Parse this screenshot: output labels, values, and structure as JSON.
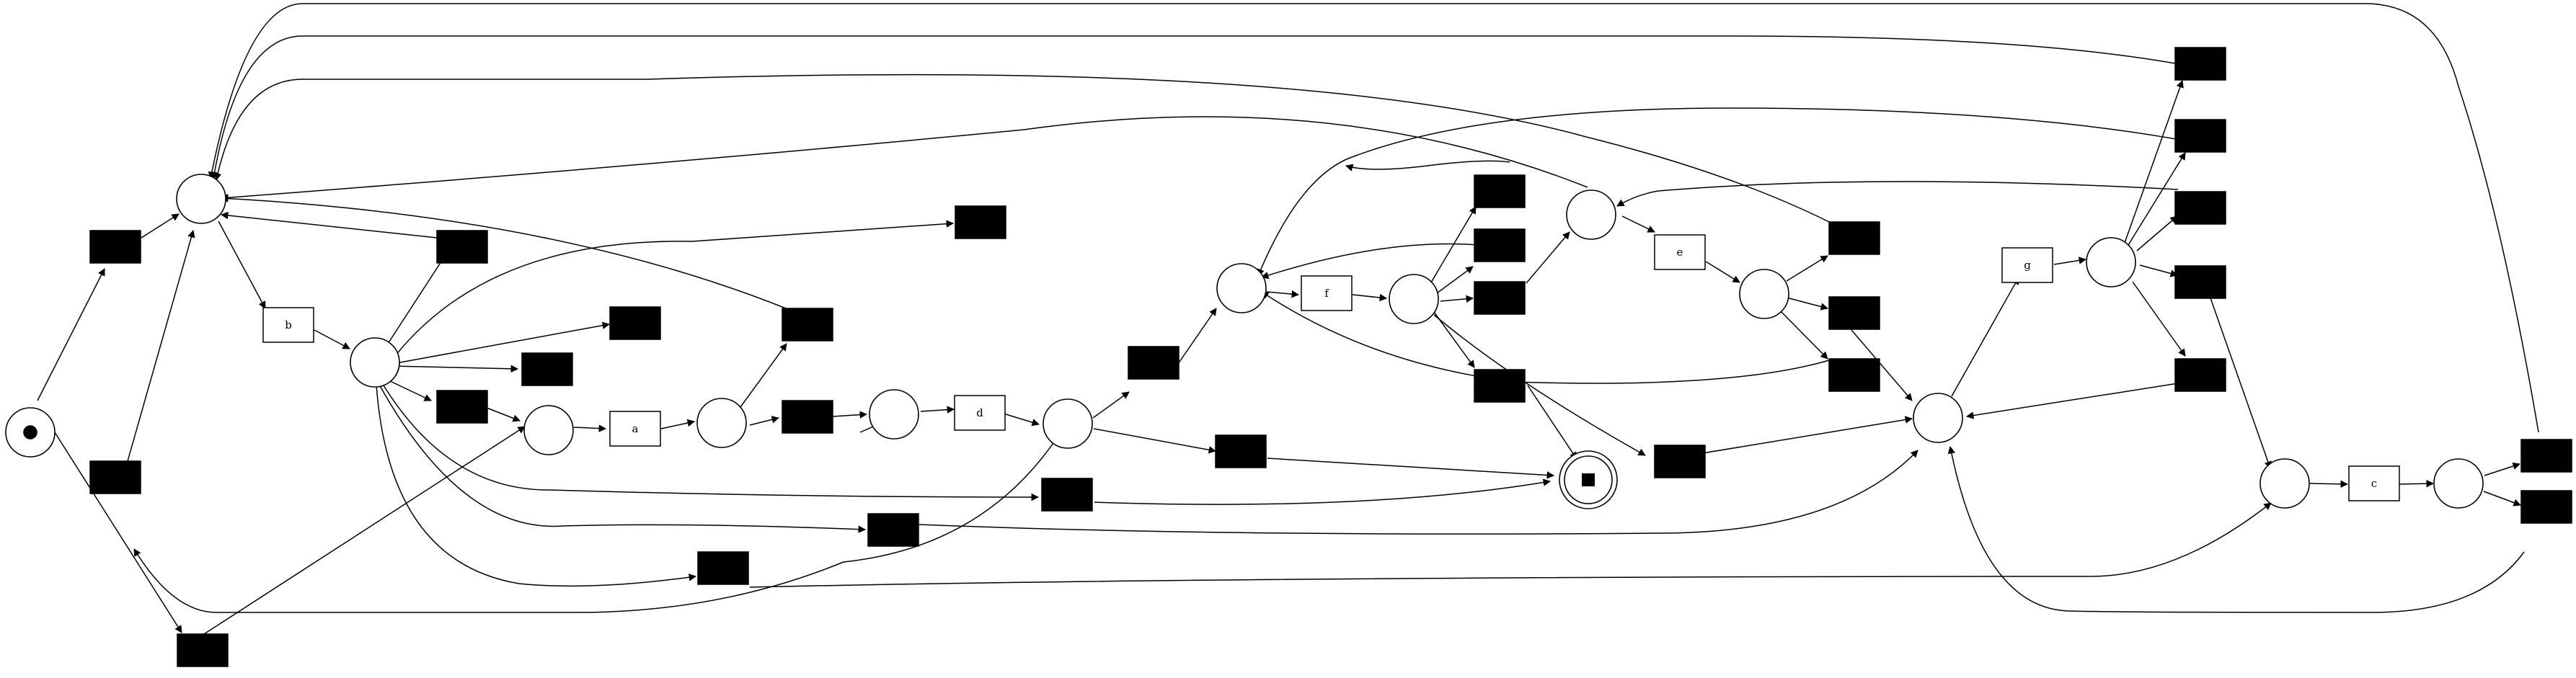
{
  "diagram": {
    "type": "petri-net",
    "transition_labels": {
      "a": "a",
      "b": "b",
      "c": "c",
      "d": "d",
      "e": "e",
      "f": "f",
      "g": "g"
    },
    "colors": {
      "stroke": "#000000",
      "background": "#ffffff",
      "silent_transition": "#000000"
    }
  }
}
